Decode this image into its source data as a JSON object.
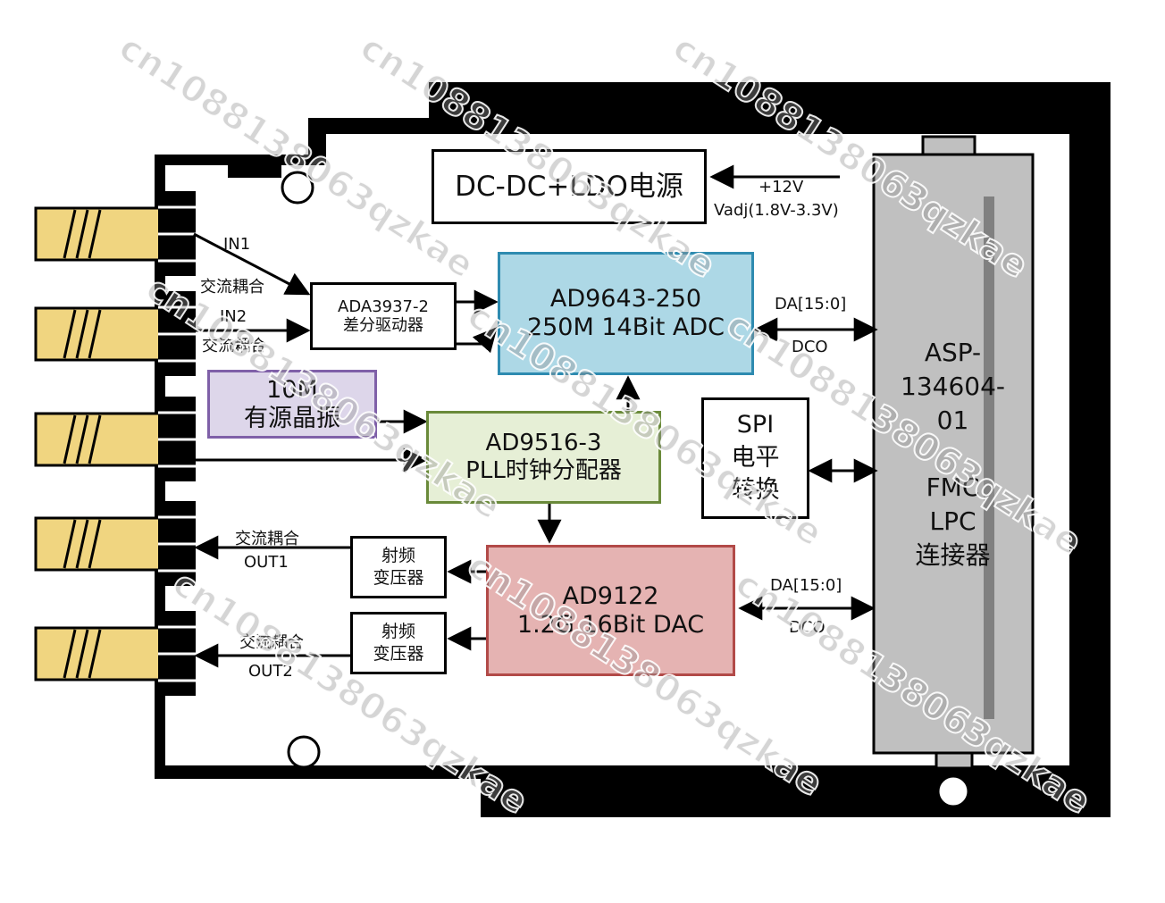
{
  "blocks": {
    "power": "DC-DC+LDO电源",
    "driver_line1": "ADA3937-2",
    "driver_line2": "差分驱动器",
    "adc_line1": "AD9643-250",
    "adc_line2": "250M 14Bit ADC",
    "osc_line1": "10M",
    "osc_line2": "有源晶振",
    "pll_line1": "AD9516-3",
    "pll_line2": "PLL时钟分配器",
    "spi_line1": "SPI",
    "spi_line2": "电平",
    "spi_line3": "转换",
    "dac_line1": "AD9122",
    "dac_line2": "1.2G 16Bit DAC",
    "xfmr1_line1": "射频",
    "xfmr1_line2": "变压器",
    "xfmr2_line1": "射频",
    "xfmr2_line2": "变压器",
    "connector_line1": "ASP-",
    "connector_line2": "134604-",
    "connector_line3": "01",
    "connector_line4": "FMC",
    "connector_line5": "LPC",
    "connector_line6": "连接器"
  },
  "labels": {
    "v12": "+12V",
    "vadj": "Vadj(1.8V-3.3V)",
    "in1": "IN1",
    "in1_coupling": "交流耦合",
    "in2": "IN2",
    "in2_coupling": "交流耦合",
    "adc_bus": "DA[15:0]",
    "adc_dco": "DCO",
    "dac_bus": "DA[15:0]",
    "dac_dco": "DCO",
    "out1_coupling": "交流耦合",
    "out1": "OUT1",
    "out2_coupling": "交流耦合",
    "out2": "OUT2"
  },
  "watermark": "cn1088138063qzkae",
  "colors": {
    "adc_fill": "#add8e6",
    "adc_border": "#2e8bb0",
    "osc_fill": "#ddd6ea",
    "osc_border": "#7f60a8",
    "pll_fill": "#e6efd6",
    "pll_border": "#6a8a3a",
    "dac_fill": "#e5b3b2",
    "dac_border": "#b24a48",
    "connector_fill": "#c0c0c0",
    "sma_gold": "#f0d580",
    "frame": "#000000"
  }
}
